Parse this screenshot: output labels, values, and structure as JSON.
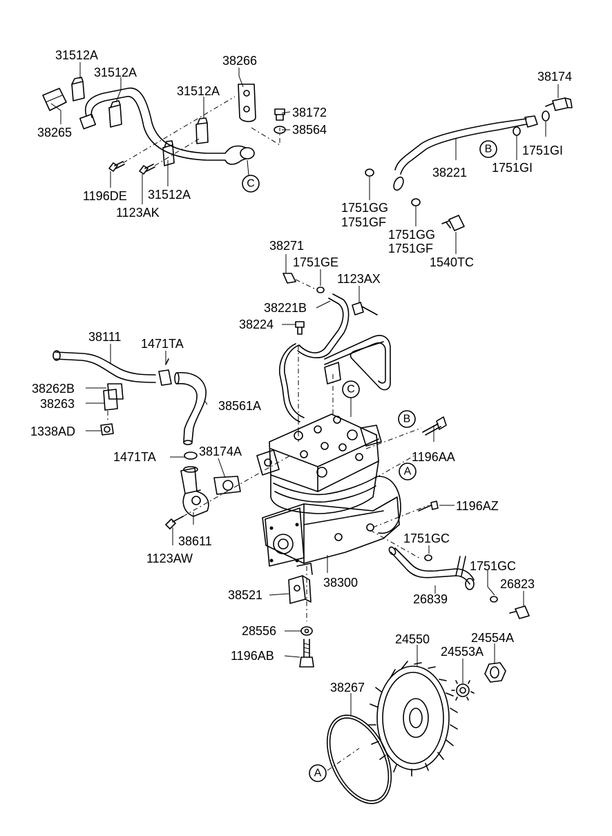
{
  "labels": {
    "p31512a_1": "31512A",
    "p31512a_2": "31512A",
    "p31512a_3": "31512A",
    "p31512a_4": "31512A",
    "p38265": "38265",
    "p38266": "38266",
    "p38172": "38172",
    "p38564": "38564",
    "p1196de": "1196DE",
    "p1123ak": "1123AK",
    "p38174": "38174",
    "p1751gi_1": "1751GI",
    "p1751gi_2": "1751GI",
    "p38221": "38221",
    "p1751gg_1": "1751GG",
    "p1751gf_1": "1751GF",
    "p1751gg_2": "1751GG",
    "p1751gf_2": "1751GF",
    "p1540tc": "1540TC",
    "p38271": "38271",
    "p1751ge": "1751GE",
    "p1123ax": "1123AX",
    "p38221b": "38221B",
    "p38224": "38224",
    "p38111": "38111",
    "p1471ta_1": "1471TA",
    "p38262b": "38262B",
    "p38263": "38263",
    "p38561a": "38561A",
    "p1338ad": "1338AD",
    "p1196aa": "1196AA",
    "p1471ta_2": "1471TA",
    "p38174a": "38174A",
    "p1196az": "1196AZ",
    "p38611": "38611",
    "p1123aw": "1123AW",
    "p1751gc_1": "1751GC",
    "p1751gc_2": "1751GC",
    "p38300": "38300",
    "p26823": "26823",
    "p26839": "26839",
    "p38521": "38521",
    "p28556": "28556",
    "p1196ab": "1196AB",
    "p24550": "24550",
    "p24554a": "24554A",
    "p24553a": "24553A",
    "p38267": "38267"
  },
  "refs": {
    "c_top": "C",
    "b_top": "B",
    "c_mid": "C",
    "b_mid": "B",
    "a_mid": "A",
    "a_bottom": "A"
  }
}
